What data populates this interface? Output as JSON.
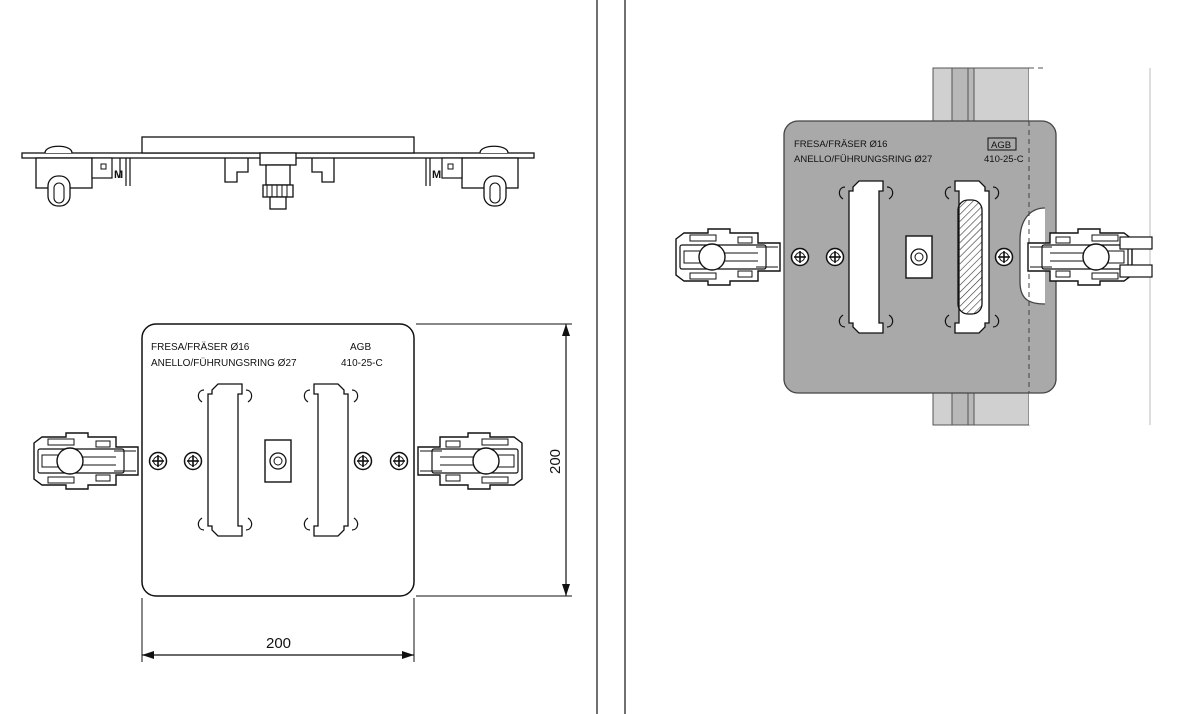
{
  "left_plate": {
    "line1": "FRESA/FRÄSER Ø16",
    "line2": "ANELLO/FÜHRUNGSRING Ø27",
    "brand": "AGB",
    "code": "410-25-C"
  },
  "right_plate": {
    "line1": "FRESA/FRÄSER Ø16",
    "line2": "ANELLO/FÜHRUNGSRING Ø27",
    "brand": "AGB",
    "code": "410-25-C"
  },
  "dimensions": {
    "width": "200",
    "height": "200"
  },
  "side_view": {
    "marker_left": "M",
    "marker_right": "M"
  }
}
